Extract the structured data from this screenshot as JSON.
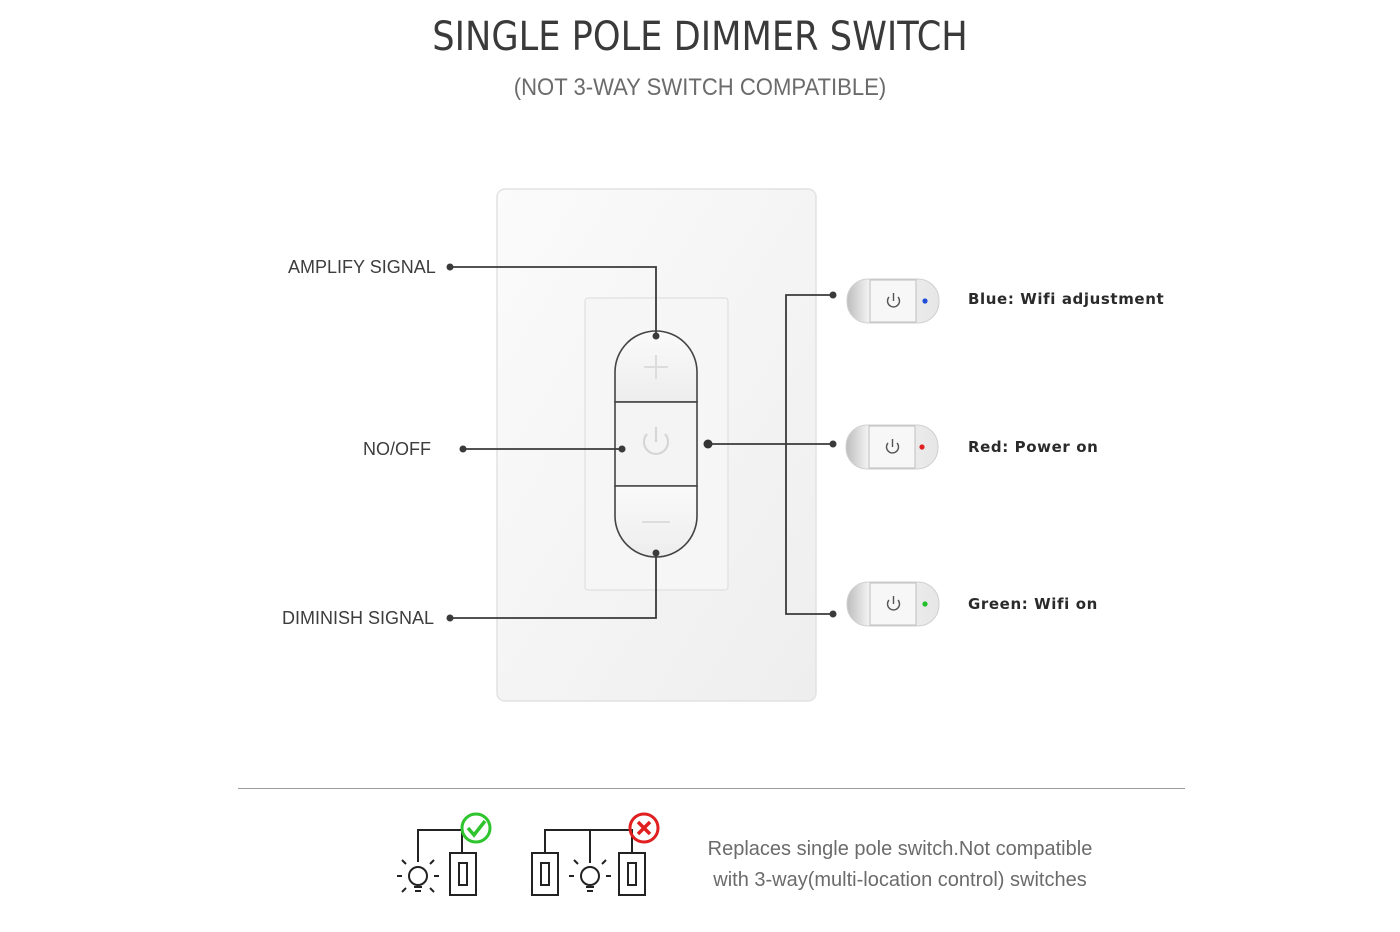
{
  "header": {
    "title": "SINGLE POLE DIMMER SWITCH",
    "subtitle": "(NOT 3-WAY SWITCH COMPATIBLE)"
  },
  "callouts": {
    "amplify": "AMPLIFY SIGNAL",
    "power": "NO/OFF",
    "diminish": "DIMINISH SIGNAL"
  },
  "indicators": [
    {
      "label": "Blue:  Wifi adjustment",
      "color": "#1f4fd8"
    },
    {
      "label": "Red: Power on",
      "color": "#e02020"
    },
    {
      "label": "Green:  Wifi on",
      "color": "#22c02a"
    }
  ],
  "footer": {
    "note_line1": "Replaces single pole switch.Not compatible",
    "note_line2": "with 3-way(multi-location control) switches",
    "ok_color": "#2ec42e",
    "bad_color": "#e02020"
  },
  "icons": {
    "plus": "plus-icon",
    "power": "power-icon",
    "minus": "minus-icon",
    "check": "check-icon",
    "cross": "cross-icon",
    "bulb": "bulb-icon"
  }
}
